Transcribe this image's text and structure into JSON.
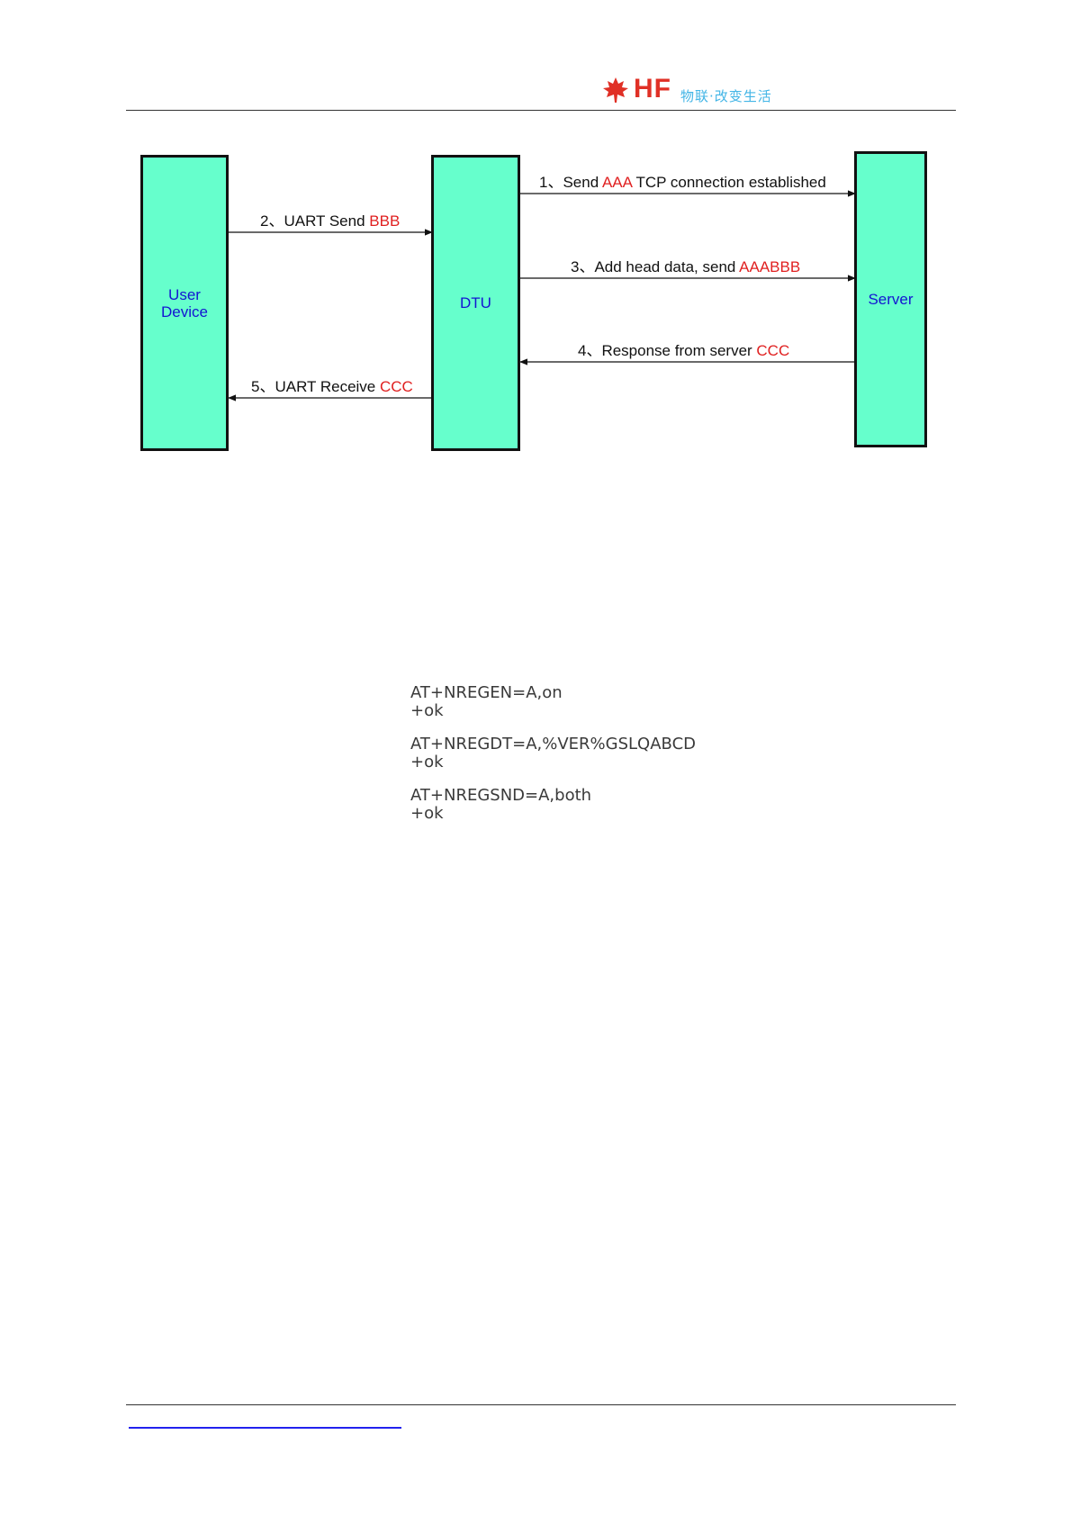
{
  "header": {
    "logo_text": "HF",
    "tagline": "物联·改变生活",
    "brand_color": "#e03026",
    "tagline_color": "#43b5e6"
  },
  "diagram": {
    "nodes": {
      "user_device": "User\nDevice",
      "dtu": "DTU",
      "server": "Server"
    },
    "messages": [
      {
        "prefix": "1、Send ",
        "highlight": "AAA",
        "suffix": " TCP connection established"
      },
      {
        "prefix": "2、UART Send ",
        "highlight": "BBB",
        "suffix": ""
      },
      {
        "prefix": "3、Add head data, send ",
        "highlight": "AAABBB",
        "suffix": ""
      },
      {
        "prefix": "4、Response from server ",
        "highlight": "CCC",
        "suffix": ""
      },
      {
        "prefix": "5、UART Receive ",
        "highlight": "CCC",
        "suffix": ""
      }
    ],
    "box_color": "#66ffcc",
    "node_text_color": "#1414d2",
    "highlight_color": "#e02020"
  },
  "console": {
    "blocks": [
      {
        "command": "AT+NREGEN=A,on",
        "response": "+ok"
      },
      {
        "command": "AT+NREGDT=A,%VER%GSLQABCD",
        "response": "+ok"
      },
      {
        "command": "AT+NREGSND=A,both",
        "response": "+ok"
      }
    ]
  }
}
